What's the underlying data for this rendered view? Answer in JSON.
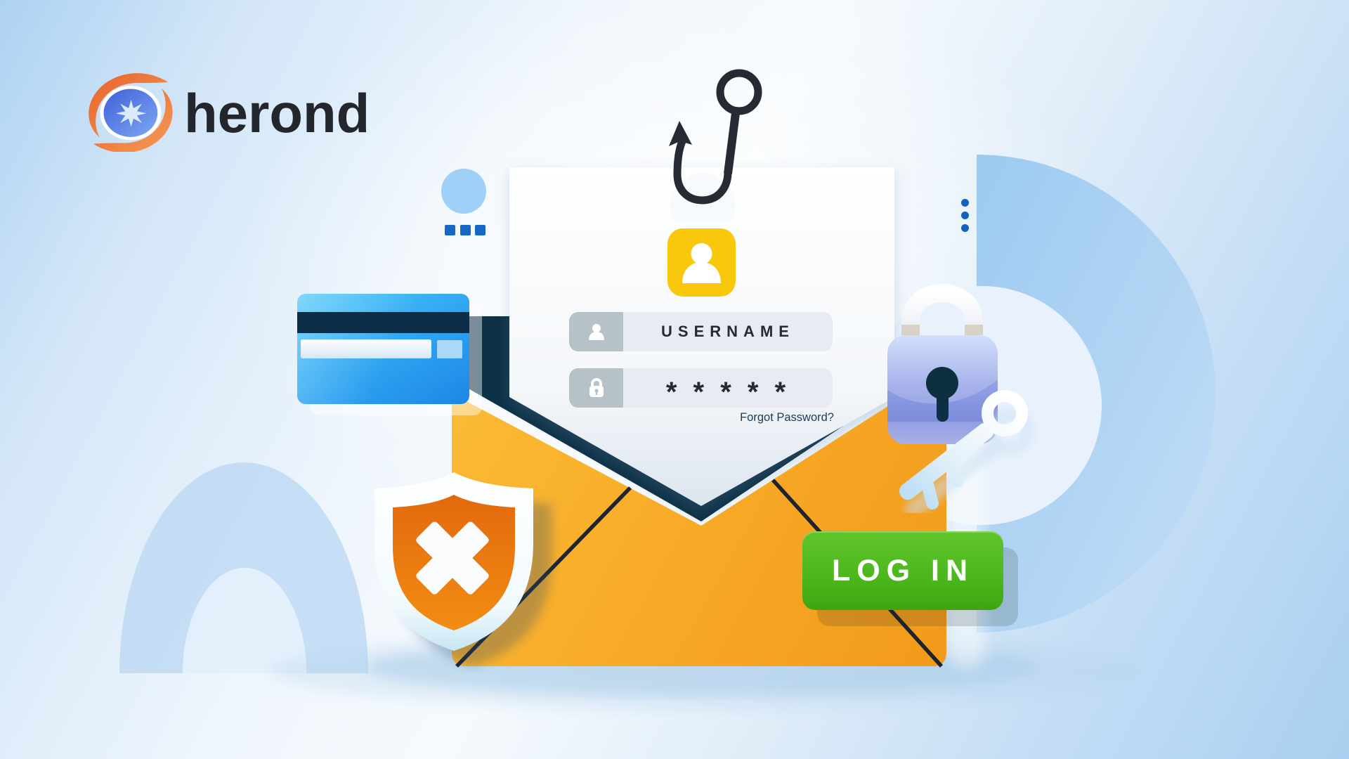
{
  "brand": {
    "wordmark": "herond"
  },
  "illustration": {
    "theme": "phishing-email-fake-login",
    "login_card": {
      "username_label": "USERNAME",
      "password_mask": "* * * * *",
      "forgot_password_link": "Forgot Password?"
    },
    "login_button_label": "LOG IN",
    "icons": {
      "logo": "herond-swirl-logo",
      "avatar": "user-avatar-icon",
      "username_field": "user-icon",
      "password_field": "padlock-icon",
      "hook": "phishing-hook-icon",
      "shield": "shield-block-x-icon",
      "lock": "padlock-illustration",
      "key": "key-illustration",
      "credit_card": "credit-card-illustration",
      "envelope": "open-envelope-illustration"
    },
    "colors": {
      "envelope_orange": "#F6A424",
      "envelope_navy": "#0D3145",
      "avatar_yellow": "#F9C70B",
      "button_green": "#4FBB20",
      "shield_orange": "#EB7910",
      "credit_card_blue": "#2FA7F2",
      "lock_periwinkle": "#8D9BE2",
      "accent_blue": "#1565C4",
      "hook_dark": "#262B33"
    }
  }
}
